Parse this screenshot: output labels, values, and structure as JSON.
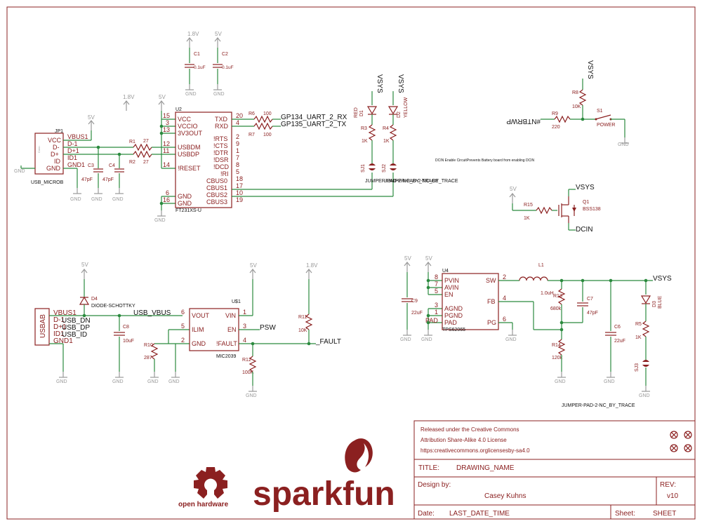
{
  "colors": {
    "part": "#8b2020",
    "wire": "#2b8a3e",
    "supply": "#9a9a9a",
    "net_label": "#111111"
  },
  "supply": {
    "v18": "1.8V",
    "v5": "5V",
    "vsys": "VSYS",
    "gnd": "GND"
  },
  "usb_connector": {
    "ref": "JP1",
    "name": "USB_MICROB",
    "pins": [
      "VCC",
      "D-",
      "D+",
      "ID",
      "GND"
    ],
    "nets": [
      "VBUS1",
      "D-1",
      "D+1",
      "ID1",
      "GND1"
    ],
    "side_text": "Conn"
  },
  "caps_top": {
    "c1": {
      "ref": "C1",
      "value": "0.1uF"
    },
    "c2": {
      "ref": "C2",
      "value": "0.1uF"
    },
    "c3": {
      "ref": "C3",
      "value": "47pF"
    },
    "c4": {
      "ref": "C4",
      "value": "47pF"
    }
  },
  "resistors_usb": {
    "r1": {
      "ref": "R1",
      "value": "27"
    },
    "r2": {
      "ref": "R2",
      "value": "27"
    }
  },
  "ft231": {
    "ref": "U2",
    "name": "FT231XS-U",
    "left_pins": [
      {
        "num": "15",
        "name": "VCC"
      },
      {
        "num": "3",
        "name": "VCCIO"
      },
      {
        "num": "13",
        "name": "3V3OUT"
      },
      {
        "num": "12",
        "name": "USBDM"
      },
      {
        "num": "11",
        "name": "USBDP"
      },
      {
        "num": "14",
        "name": "!RESET"
      },
      {
        "num": "6",
        "name": "GND"
      },
      {
        "num": "16",
        "name": "GND"
      }
    ],
    "right_pins": [
      {
        "num": "20",
        "name": "TXD"
      },
      {
        "num": "4",
        "name": "RXD"
      },
      {
        "num": "2",
        "name": "!RTS"
      },
      {
        "num": "9",
        "name": "!CTS"
      },
      {
        "num": "1",
        "name": "!DTR"
      },
      {
        "num": "7",
        "name": "!DSR"
      },
      {
        "num": "8",
        "name": "!DCD"
      },
      {
        "num": "5",
        "name": "!RI"
      },
      {
        "num": "18",
        "name": "CBUS0"
      },
      {
        "num": "17",
        "name": "CBUS1"
      },
      {
        "num": "10",
        "name": "CBUS2"
      },
      {
        "num": "19",
        "name": "CBUS3"
      }
    ]
  },
  "uart": {
    "r6": {
      "ref": "R6",
      "value": "100"
    },
    "r7": {
      "ref": "R7",
      "value": "100"
    },
    "rx_label": "GP134_UART_2_RX",
    "tx_label": "GP135_UART_2_TX"
  },
  "leds_top": {
    "d1": {
      "ref": "D1",
      "color": "RED"
    },
    "d2": {
      "ref": "D2",
      "color": "YELLOW"
    },
    "r3": {
      "ref": "R3",
      "value": "1K"
    },
    "r4": {
      "ref": "R4",
      "value": "1K"
    },
    "sj1": "SJ1",
    "sj2": "SJ2",
    "jumper_label": "JUMPER-PAD-2-NC_BY_TRACE"
  },
  "power_switch": {
    "r8": {
      "ref": "R8",
      "value": "10K"
    },
    "r9": {
      "ref": "R9",
      "value": "220"
    },
    "s1": {
      "ref": "S1",
      "value": "POWER"
    },
    "net": "#NTBRWP",
    "note": "DCIN Enable CircuitPrevents Battery board from enabling DCIN"
  },
  "mosfet": {
    "ref": "Q1",
    "value": "BSS138",
    "r15": {
      "ref": "R15",
      "value": "1K"
    },
    "drain_label": "DCIN"
  },
  "usb_b": {
    "ref": "USBAB",
    "pins": [
      "VBUS1",
      "D-1",
      "D+1",
      "ID1",
      "GND1"
    ],
    "nets": [
      "USB_DN",
      "USB_DP",
      "USB_ID"
    ],
    "d4": {
      "ref": "D4",
      "value": "DIODE-SCHOTTKY"
    },
    "vbus_label": "USB_VBUS"
  },
  "mic2039": {
    "ref": "U$1",
    "name": "MIC2039",
    "left_pins": [
      {
        "num": "6",
        "name": "VOUT"
      },
      {
        "num": "5",
        "name": "ILIM"
      },
      {
        "num": "2",
        "name": "GND"
      }
    ],
    "right_pins": [
      {
        "num": "1",
        "name": "VIN"
      },
      {
        "num": "3",
        "name": "EN"
      },
      {
        "num": "4",
        "name": "!FAULT"
      }
    ],
    "c8": {
      "ref": "C8",
      "value": "10uF"
    },
    "r10": {
      "ref": "R10",
      "value": "287"
    },
    "r11": {
      "ref": "R11",
      "value": "10K"
    },
    "r12": {
      "ref": "R12",
      "value": "100K"
    },
    "psw": "PSW",
    "fault": "_FAULT"
  },
  "tps62065": {
    "ref": "U4",
    "name": "TPS62065",
    "left_pins": [
      {
        "num": "8",
        "name": "PVIN"
      },
      {
        "num": "7",
        "name": "AVIN"
      },
      {
        "num": "5",
        "name": "EN"
      },
      {
        "num": "3",
        "name": "AGND"
      },
      {
        "num": "1",
        "name": "PGND"
      },
      {
        "num": "PAD",
        "name": "PAD"
      }
    ],
    "right_pins": [
      {
        "num": "2",
        "name": "SW"
      },
      {
        "num": "4",
        "name": "FB"
      },
      {
        "num": "6",
        "name": "PG"
      }
    ],
    "c9": {
      "ref": "C9",
      "value": "22uF"
    },
    "l1": {
      "ref": "L1",
      "value": "1.0uH"
    },
    "r13": {
      "ref": "R13",
      "value": "680k"
    },
    "r14": {
      "ref": "R14",
      "value": "120k"
    },
    "c7": {
      "ref": "C7",
      "value": "47pF"
    },
    "c6": {
      "ref": "C6",
      "value": "22uF"
    },
    "d3": {
      "ref": "D3",
      "color": "BLUE"
    },
    "r5": {
      "ref": "R5",
      "value": "1K"
    },
    "sj3": "SJ3",
    "jumper_label": "JUMPER-PAD-2-NC_BY_TRACE"
  },
  "title_block": {
    "license": [
      "Released under the Creative Commons",
      "Attribution Share-Alike 4.0 License",
      "https:creativecommons.orglicensesby-sa4.0"
    ],
    "title_label": "TITLE:",
    "title_value": "DRAWING_NAME",
    "design_label": "Design by:",
    "designer": "Casey Kuhns",
    "rev_label": "REV:",
    "rev_value": "v10",
    "date_label": "Date:",
    "date_value": "LAST_DATE_TIME",
    "sheet_label": "Sheet:",
    "sheet_value": "SHEET"
  },
  "logos": {
    "oshw": "open hardware",
    "brand": "sparkfun"
  }
}
